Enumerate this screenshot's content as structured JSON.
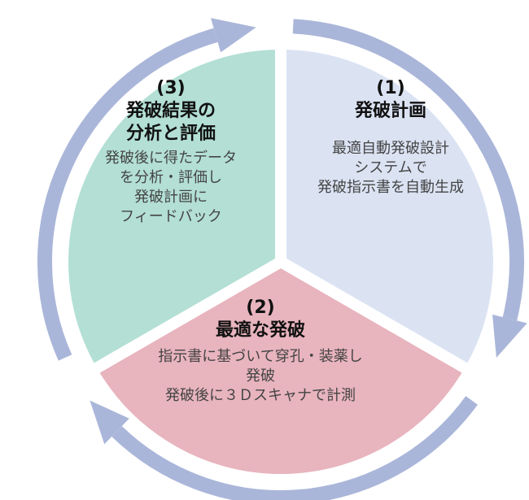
{
  "colors": {
    "ring": "#aab6d9",
    "plan": "#dbe3f3",
    "blast": "#e8b4be",
    "analysis": "#b3dfd4"
  },
  "sections": [
    {
      "num": "(1)",
      "title": "発破計画",
      "body": [
        "最適自動発破設計",
        "システムで",
        "発破指示書を自動生成"
      ]
    },
    {
      "num": "(2)",
      "title": "最適な発破",
      "body": [
        "指示書に基づいて穿孔・装薬し",
        "発破",
        "発破後に３Ｄスキャナで計測"
      ]
    },
    {
      "num": "(3)",
      "title": [
        "発破結果の",
        "分析と評価"
      ],
      "body": [
        "発破後に得たデータ",
        "を分析・評価し",
        "発破計画に",
        "フィードバック"
      ]
    }
  ]
}
